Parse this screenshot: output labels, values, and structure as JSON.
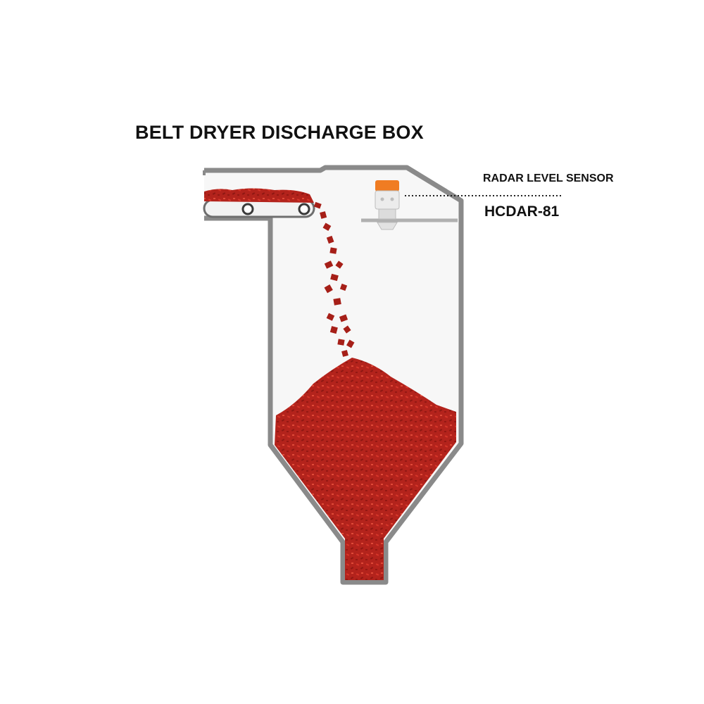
{
  "title": "BELT DRYER DISCHARGE BOX",
  "sensor": {
    "caption": "RADAR LEVEL SENSOR",
    "model": "HCDAR-81"
  },
  "colors": {
    "background": "#ffffff",
    "housing_stroke": "#8a8a8a",
    "housing_fill": "#f6f6f6",
    "material": "#b3231c",
    "material_dark": "#7f1410",
    "sensor_cap": "#f07c22",
    "sensor_body": "#e9e9e9",
    "text": "#111111"
  },
  "icons": {
    "roller": "roller-icon",
    "sensor": "radar-sensor-icon"
  }
}
